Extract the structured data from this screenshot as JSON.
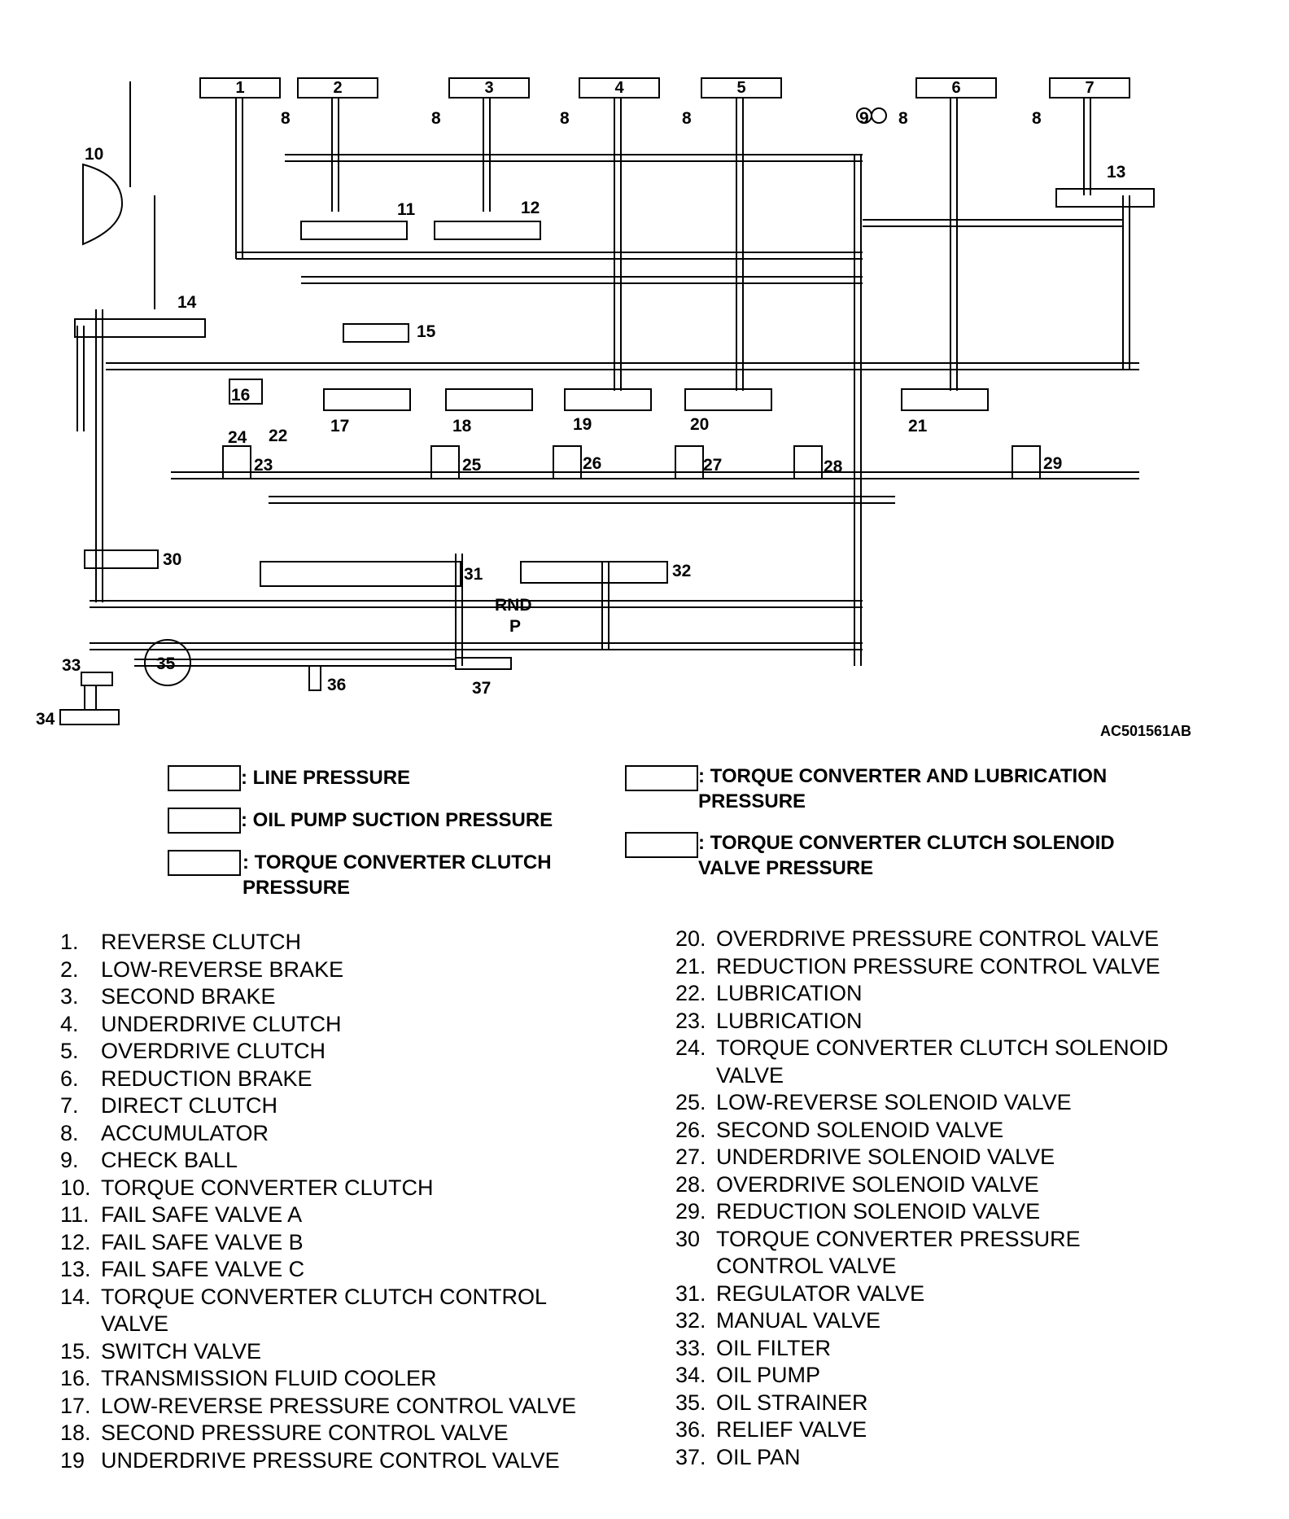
{
  "figure_code": "AC501561AB",
  "top_boxes": [
    "1",
    "2",
    "3",
    "4",
    "5",
    "6",
    "7"
  ],
  "diagram_labels": {
    "accumulator": "8",
    "check_ball": "9",
    "tcc": "10",
    "fsa": "11",
    "fsb": "12",
    "fsc": "13",
    "tccc": "14",
    "switch": "15",
    "cooler": "16",
    "lrpc": "17",
    "spc": "18",
    "udpc": "19",
    "odpc": "20",
    "rpc": "21",
    "lub1": "22",
    "lub2": "23",
    "tccs": "24",
    "lrs": "25",
    "ss": "26",
    "uds": "27",
    "ods": "28",
    "rs": "29",
    "tcpc": "30",
    "reg": "31",
    "manual": "32",
    "filter": "33",
    "pump": "34",
    "strainer": "35",
    "relief": "36",
    "pan": "37",
    "rnd": "RND",
    "p": "P"
  },
  "legend": [
    ": LINE PRESSURE",
    ": OIL PUMP SUCTION PRESSURE",
    ": TORQUE CONVERTER CLUTCH\nPRESSURE",
    ": TORQUE CONVERTER AND LUBRICATION\nPRESSURE",
    ": TORQUE CONVERTER CLUTCH SOLENOID\nVALVE PRESSURE"
  ],
  "parts_left": [
    {
      "n": "1.",
      "t": "REVERSE CLUTCH"
    },
    {
      "n": "2.",
      "t": "LOW-REVERSE BRAKE"
    },
    {
      "n": "3.",
      "t": "SECOND BRAKE"
    },
    {
      "n": "4.",
      "t": "UNDERDRIVE CLUTCH"
    },
    {
      "n": "5.",
      "t": "OVERDRIVE CLUTCH"
    },
    {
      "n": "6.",
      "t": "REDUCTION BRAKE"
    },
    {
      "n": "7.",
      "t": "DIRECT CLUTCH"
    },
    {
      "n": "8.",
      "t": "ACCUMULATOR"
    },
    {
      "n": "9.",
      "t": "CHECK BALL"
    },
    {
      "n": "10.",
      "t": "TORQUE CONVERTER CLUTCH"
    },
    {
      "n": "11.",
      "t": "FAIL SAFE VALVE A"
    },
    {
      "n": "12.",
      "t": "FAIL SAFE VALVE B"
    },
    {
      "n": "13.",
      "t": "FAIL SAFE VALVE C"
    },
    {
      "n": "14.",
      "t": "TORQUE CONVERTER CLUTCH CONTROL"
    },
    {
      "n": "",
      "t": "VALVE"
    },
    {
      "n": "15.",
      "t": "SWITCH VALVE"
    },
    {
      "n": "16.",
      "t": "TRANSMISSION FLUID COOLER"
    },
    {
      "n": "17.",
      "t": "LOW-REVERSE PRESSURE CONTROL VALVE"
    },
    {
      "n": "18.",
      "t": "SECOND PRESSURE CONTROL VALVE"
    },
    {
      "n": "19",
      "t": "UNDERDRIVE PRESSURE CONTROL VALVE"
    }
  ],
  "parts_right": [
    {
      "n": "20.",
      "t": "OVERDRIVE PRESSURE CONTROL VALVE"
    },
    {
      "n": "21.",
      "t": "REDUCTION PRESSURE CONTROL VALVE"
    },
    {
      "n": "22.",
      "t": "LUBRICATION"
    },
    {
      "n": "23.",
      "t": "LUBRICATION"
    },
    {
      "n": "24.",
      "t": "TORQUE CONVERTER CLUTCH SOLENOID"
    },
    {
      "n": "",
      "t": "VALVE"
    },
    {
      "n": "25.",
      "t": "LOW-REVERSE SOLENOID VALVE"
    },
    {
      "n": "26.",
      "t": "SECOND SOLENOID VALVE"
    },
    {
      "n": "27.",
      "t": "UNDERDRIVE SOLENOID VALVE"
    },
    {
      "n": "28.",
      "t": "OVERDRIVE SOLENOID VALVE"
    },
    {
      "n": "29.",
      "t": "REDUCTION SOLENOID VALVE"
    },
    {
      "n": "30",
      "t": "TORQUE CONVERTER PRESSURE"
    },
    {
      "n": "",
      "t": "CONTROL VALVE"
    },
    {
      "n": "31.",
      "t": "REGULATOR VALVE"
    },
    {
      "n": "32.",
      "t": "MANUAL VALVE"
    },
    {
      "n": "33.",
      "t": "OIL FILTER"
    },
    {
      "n": "34.",
      "t": "OIL PUMP"
    },
    {
      "n": "35.",
      "t": "OIL STRAINER"
    },
    {
      "n": "36.",
      "t": "RELIEF VALVE"
    },
    {
      "n": "37.",
      "t": "OIL PAN"
    }
  ]
}
